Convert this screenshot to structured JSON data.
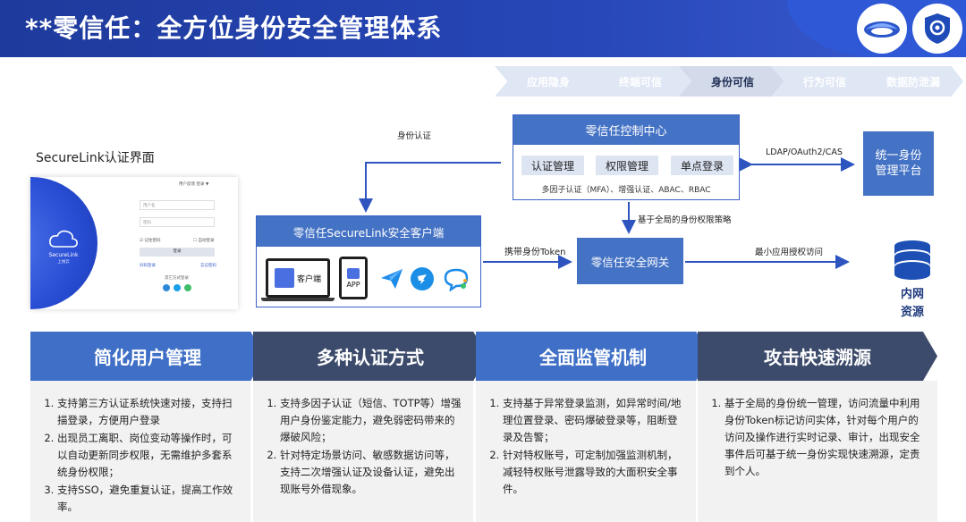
{
  "header": {
    "title": "**零信任：全方位身份安全管理体系"
  },
  "steps": [
    "应用隐身",
    "终端可信",
    "身份可信",
    "行为可信",
    "数据防泄漏"
  ],
  "securelink": {
    "caption": "SecureLink认证界面",
    "brand": "SecureLink",
    "brand_sub": "上线云",
    "top_links": "用户反馈  登录 ▼",
    "user_placeholder": "用户名",
    "pwd_placeholder": "密码",
    "remember": "记住密码",
    "auto_login": "自动登录",
    "login_btn": "登录",
    "left_link": "扫码登录",
    "right_link": "忘记密码",
    "other_login": "其它方式登录"
  },
  "flow": {
    "identity_auth": "身份认证",
    "control_center": {
      "title": "零信任控制中心",
      "chips": [
        "认证管理",
        "权限管理",
        "单点登录"
      ],
      "note": "多因子认证（MFA）、增强认证、ABAC、RBAC"
    },
    "ldap_label": "LDAP/OAuth2/CAS",
    "unified_platform": "统一身份\n管理平台",
    "policy_label": "基于全局的身份权限策略",
    "client": {
      "title": "零信任SecureLink安全客户端",
      "laptop_label": "客户端",
      "phone_label": "APP"
    },
    "token_label": "携带身份Token",
    "gateway": "零信任安全网关",
    "min_auth_label": "最小应用授权访问",
    "intranet": "内网\n资源"
  },
  "banners": [
    "简化用户管理",
    "多种认证方式",
    "全面监管机制",
    "攻击快速溯源"
  ],
  "cards": [
    [
      "支持第三方认证系统快速对接，支持扫描登录，方便用户登录",
      "出现员工离职、岗位变动等操作时，可以自动更新同步权限，无需维护多套系统身份权限；",
      "支持SSO，避免重复认证，提高工作效率。"
    ],
    [
      "支持多因子认证（短信、TOTP等）增强用户身份鉴定能力，避免弱密码带来的爆破风险；",
      "针对特定场景访问、敏感数据访问等，支持二次增强认证及设备认证，避免出现账号外借现象。"
    ],
    [
      "支持基于异常登录监测，如异常时间/地理位置登录、密码爆破登录等，阻断登录及告警；",
      "针对特权账号，可定制加强监测机制，减轻特权账号泄露导致的大面积安全事件。"
    ],
    [
      "基于全局的身份统一管理，访问流量中利用身份Token标记访问实体，针对每个用户的访问及操作进行实时记录、审计，出现安全事件后可基于统一身份实现快速溯源，定责到个人。"
    ]
  ],
  "colors": {
    "header": "#1e3a9c",
    "accent": "#4472c4",
    "banner_blue": "#3f6fc6",
    "banner_dark": "#3c4b6b"
  }
}
